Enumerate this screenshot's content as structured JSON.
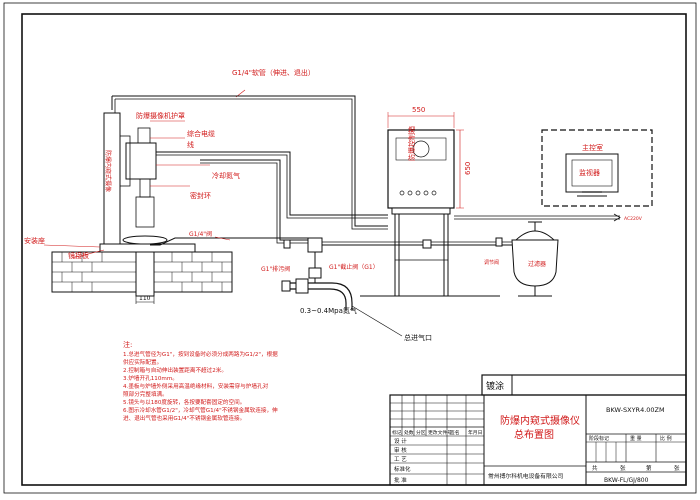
{
  "labels": {
    "soft_tube": "G1/4\"软管（伸进、退出）",
    "camera_cover": "防爆摄像机护罩",
    "composite_cable": "综合电缆",
    "cable_suffix": "线",
    "cooling_nitrogen": "冷却氮气",
    "seal_ring": "密封环",
    "controller": "防爆控制箱",
    "main_control_room": "主控室",
    "monitor": "监视器",
    "ac_power": "AC220V",
    "install_seat": "安装座",
    "mount_plate": "镜接板",
    "g14_valve_top": "G1/4\"阀",
    "g1_valve_left": "G1\"排污阀",
    "g1_valve_right": "G1\"截止阀（G1）",
    "gas_pressure": "0.3~0.4Mpa氮气",
    "main_inlet": "总进气口",
    "filter_box": "过滤器",
    "valve_small": "调节阀",
    "vertical_label": "防爆内窥式摄像",
    "dim_550": "550",
    "dim_650": "650",
    "dim_110": "110"
  },
  "notes": {
    "title": "注:",
    "lines": [
      "1.总进气管径为G1\"，按到设备时必须分成两路为G1/2\"，根据",
      "  供应实际配置。",
      "2.控制箱与自动伸出装置距离不超过2米。",
      "3.炉墙开孔110mm。",
      "4.墨板与炉墙外侧采用高温绝缘材料，安装需穿与炉墙孔对",
      "  照部分完整填满。",
      "5.镜头与以180度旋转，各按要配套固定的空间。",
      "6.图示冷却水管G1/2\"，冷却气管G1/4\"不锈钢金属软连接，伸",
      "  进、退出气管也采用G1/4\"不锈钢金属软管连接。"
    ]
  },
  "title_block": {
    "coating": "镀涂",
    "title_line1": "防爆内窥式摄像仪",
    "title_line2": "总布置图",
    "drawing_no": "BKW-SXYR4.00ZM",
    "company": "常州搏尔科机电设备有限公司",
    "doc_no": "BKW-FL/GJ/800",
    "row_headers": [
      "标记",
      "处数",
      "分区",
      "更改文件号",
      "签名",
      "年月日"
    ],
    "rows_left": [
      "设 计",
      "审 核",
      "工 艺"
    ],
    "std_label": "标准化",
    "approve_label": "批 准",
    "stage_headers": [
      "阶段标记",
      "重 量",
      "比 例"
    ],
    "sheet_headers": [
      "共",
      "张",
      "第",
      "张"
    ]
  }
}
